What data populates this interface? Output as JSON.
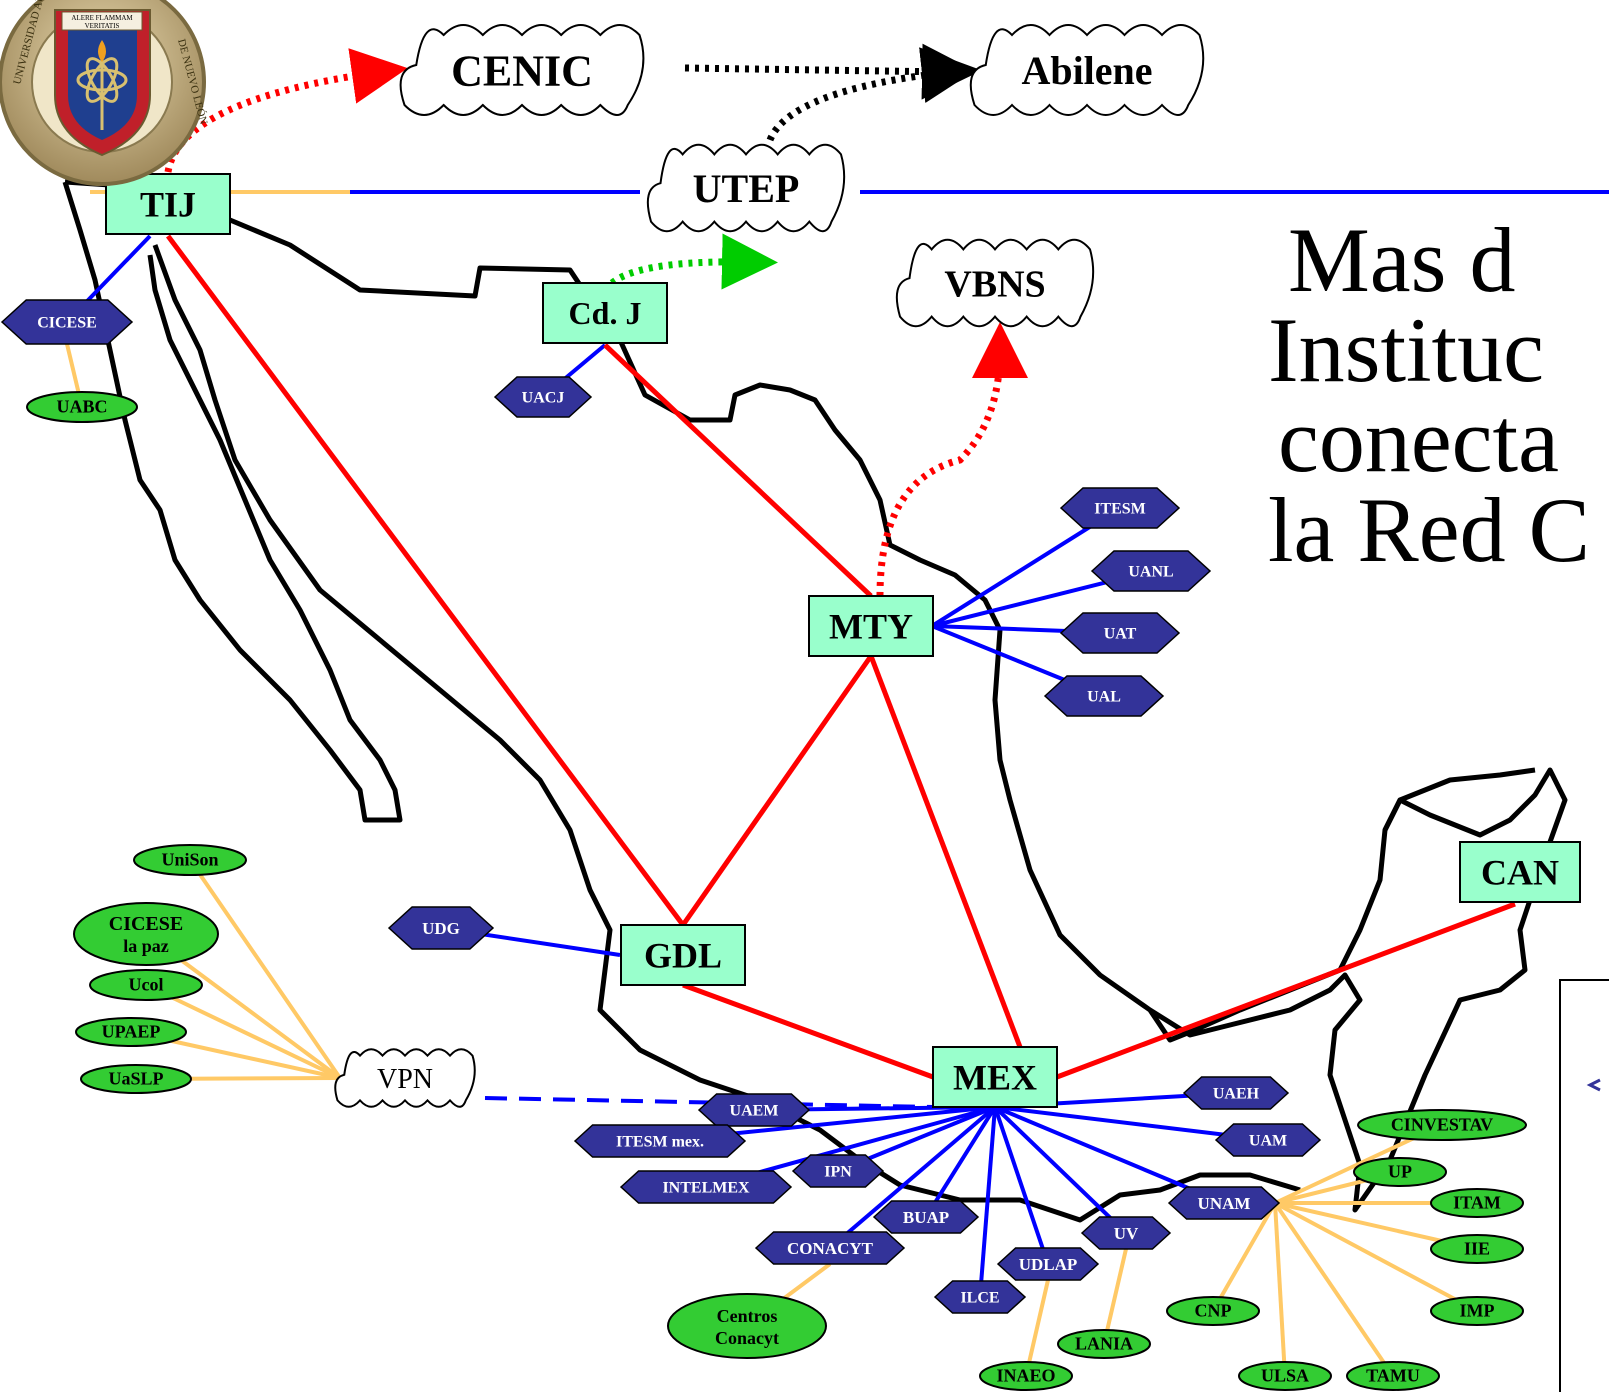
{
  "title_lines": [
    {
      "indent": 20,
      "text": "Mas d"
    },
    {
      "indent": 0,
      "text": "Instituc"
    },
    {
      "indent": 10,
      "text": "conecta"
    },
    {
      "indent": 0,
      "text": "la Red C"
    }
  ],
  "logo": {
    "motto": "ALERE FLAMMAM VERITATIS",
    "ring_text": "UNIVERSIDAD AUTÓNOMA DE NUEVO LEÓN"
  },
  "colors": {
    "backbone": "#ff0000",
    "link": "#0000ff",
    "secondary": "#ffc966",
    "hub_fill": "#99ffcc",
    "institution_fill": "#333399",
    "member_fill": "#33cc33",
    "dotted_red": "#ff0000",
    "dotted_black": "#000000",
    "dotted_green": "#00cc00"
  },
  "hubs": [
    {
      "id": "TIJ",
      "label": "TIJ"
    },
    {
      "id": "CDJ",
      "label": "Cd. J"
    },
    {
      "id": "MTY",
      "label": "MTY"
    },
    {
      "id": "GDL",
      "label": "GDL"
    },
    {
      "id": "MEX",
      "label": "MEX"
    },
    {
      "id": "CAN",
      "label": "CAN"
    }
  ],
  "clouds": [
    {
      "id": "CENIC",
      "label": "CENIC"
    },
    {
      "id": "Abilene",
      "label": "Abilene"
    },
    {
      "id": "UTEP",
      "label": "UTEP"
    },
    {
      "id": "VBNS",
      "label": "VBNS"
    },
    {
      "id": "VPN",
      "label": "VPN"
    }
  ],
  "institutions": [
    {
      "id": "CICESE",
      "label": "CICESE"
    },
    {
      "id": "UACJ",
      "label": "UACJ"
    },
    {
      "id": "ITESM",
      "label": "ITESM"
    },
    {
      "id": "UANL",
      "label": "UANL"
    },
    {
      "id": "UAT",
      "label": "UAT"
    },
    {
      "id": "UAL",
      "label": "UAL"
    },
    {
      "id": "UDG",
      "label": "UDG"
    },
    {
      "id": "UAEM",
      "label": "UAEM"
    },
    {
      "id": "ITESMmex",
      "label": "ITESM mex."
    },
    {
      "id": "IPN",
      "label": "IPN"
    },
    {
      "id": "INTELMEX",
      "label": "INTELMEX"
    },
    {
      "id": "BUAP",
      "label": "BUAP"
    },
    {
      "id": "CONACYT",
      "label": "CONACYT"
    },
    {
      "id": "ILCE",
      "label": "ILCE"
    },
    {
      "id": "UDLAP",
      "label": "UDLAP"
    },
    {
      "id": "UV",
      "label": "UV"
    },
    {
      "id": "UNAM",
      "label": "UNAM"
    },
    {
      "id": "UAEH",
      "label": "UAEH"
    },
    {
      "id": "UAM",
      "label": "UAM"
    }
  ],
  "members": [
    {
      "id": "UABC",
      "label": "UABC"
    },
    {
      "id": "UniSon",
      "label": "UniSon"
    },
    {
      "id": "CICESElapaz",
      "label": "CICESE la paz"
    },
    {
      "id": "Ucol",
      "label": "Ucol"
    },
    {
      "id": "UPAEP",
      "label": "UPAEP"
    },
    {
      "id": "UaSLP",
      "label": "UaSLP"
    },
    {
      "id": "Centros",
      "label": "Centros Conacyt"
    },
    {
      "id": "INAEO",
      "label": "INAEO"
    },
    {
      "id": "LANIA",
      "label": "LANIA"
    },
    {
      "id": "CNP",
      "label": "CNP"
    },
    {
      "id": "ULSA",
      "label": "ULSA"
    },
    {
      "id": "TAMU",
      "label": "TAMU"
    },
    {
      "id": "CINVESTAV",
      "label": "CINVESTAV"
    },
    {
      "id": "UP",
      "label": "UP"
    },
    {
      "id": "ITAM",
      "label": "ITAM"
    },
    {
      "id": "IIE",
      "label": "IIE"
    },
    {
      "id": "IMP",
      "label": "IMP"
    }
  ],
  "backbone_links": [
    [
      "TIJ",
      "GDL"
    ],
    [
      "CDJ",
      "MTY"
    ],
    [
      "MTY",
      "GDL"
    ],
    [
      "MTY",
      "MEX"
    ],
    [
      "GDL",
      "MEX"
    ],
    [
      "MEX",
      "CAN"
    ]
  ],
  "institution_links": [
    [
      "TIJ",
      "CICESE"
    ],
    [
      "CDJ",
      "UACJ"
    ],
    [
      "MTY",
      "ITESM"
    ],
    [
      "MTY",
      "UANL"
    ],
    [
      "MTY",
      "UAT"
    ],
    [
      "MTY",
      "UAL"
    ],
    [
      "GDL",
      "UDG"
    ],
    [
      "MEX",
      "UAEM"
    ],
    [
      "MEX",
      "ITESMmex"
    ],
    [
      "MEX",
      "INTELMEX"
    ],
    [
      "MEX",
      "IPN"
    ],
    [
      "MEX",
      "BUAP"
    ],
    [
      "MEX",
      "CONACYT"
    ],
    [
      "MEX",
      "ILCE"
    ],
    [
      "MEX",
      "UDLAP"
    ],
    [
      "MEX",
      "UV"
    ],
    [
      "MEX",
      "UNAM"
    ],
    [
      "MEX",
      "UAEH"
    ],
    [
      "MEX",
      "UAM"
    ]
  ],
  "member_links": [
    [
      "CICESE",
      "UABC"
    ],
    [
      "VPN",
      "UniSon"
    ],
    [
      "VPN",
      "CICESElapaz"
    ],
    [
      "VPN",
      "Ucol"
    ],
    [
      "VPN",
      "UPAEP"
    ],
    [
      "VPN",
      "UaSLP"
    ],
    [
      "CONACYT",
      "Centros"
    ],
    [
      "UDLAP",
      "INAEO"
    ],
    [
      "UV",
      "LANIA"
    ],
    [
      "UNAM",
      "CNP"
    ],
    [
      "UNAM",
      "ULSA"
    ],
    [
      "UNAM",
      "TAMU"
    ],
    [
      "UNAM",
      "IMP"
    ],
    [
      "UNAM",
      "IIE"
    ],
    [
      "UNAM",
      "ITAM"
    ],
    [
      "UNAM",
      "UP"
    ],
    [
      "UNAM",
      "CINVESTAV"
    ]
  ],
  "dotted_links": [
    {
      "from": "TIJ",
      "to": "CENIC",
      "style": "red"
    },
    {
      "from": "CENIC",
      "to": "Abilene",
      "style": "black"
    },
    {
      "from": "UTEP",
      "to": "Abilene",
      "style": "black"
    },
    {
      "from": "CDJ",
      "to": "UTEP",
      "style": "green"
    },
    {
      "from": "MTY",
      "to": "VBNS",
      "style": "red"
    },
    {
      "from": "VPN",
      "to": "MEX",
      "style": "blue-dashed"
    }
  ]
}
